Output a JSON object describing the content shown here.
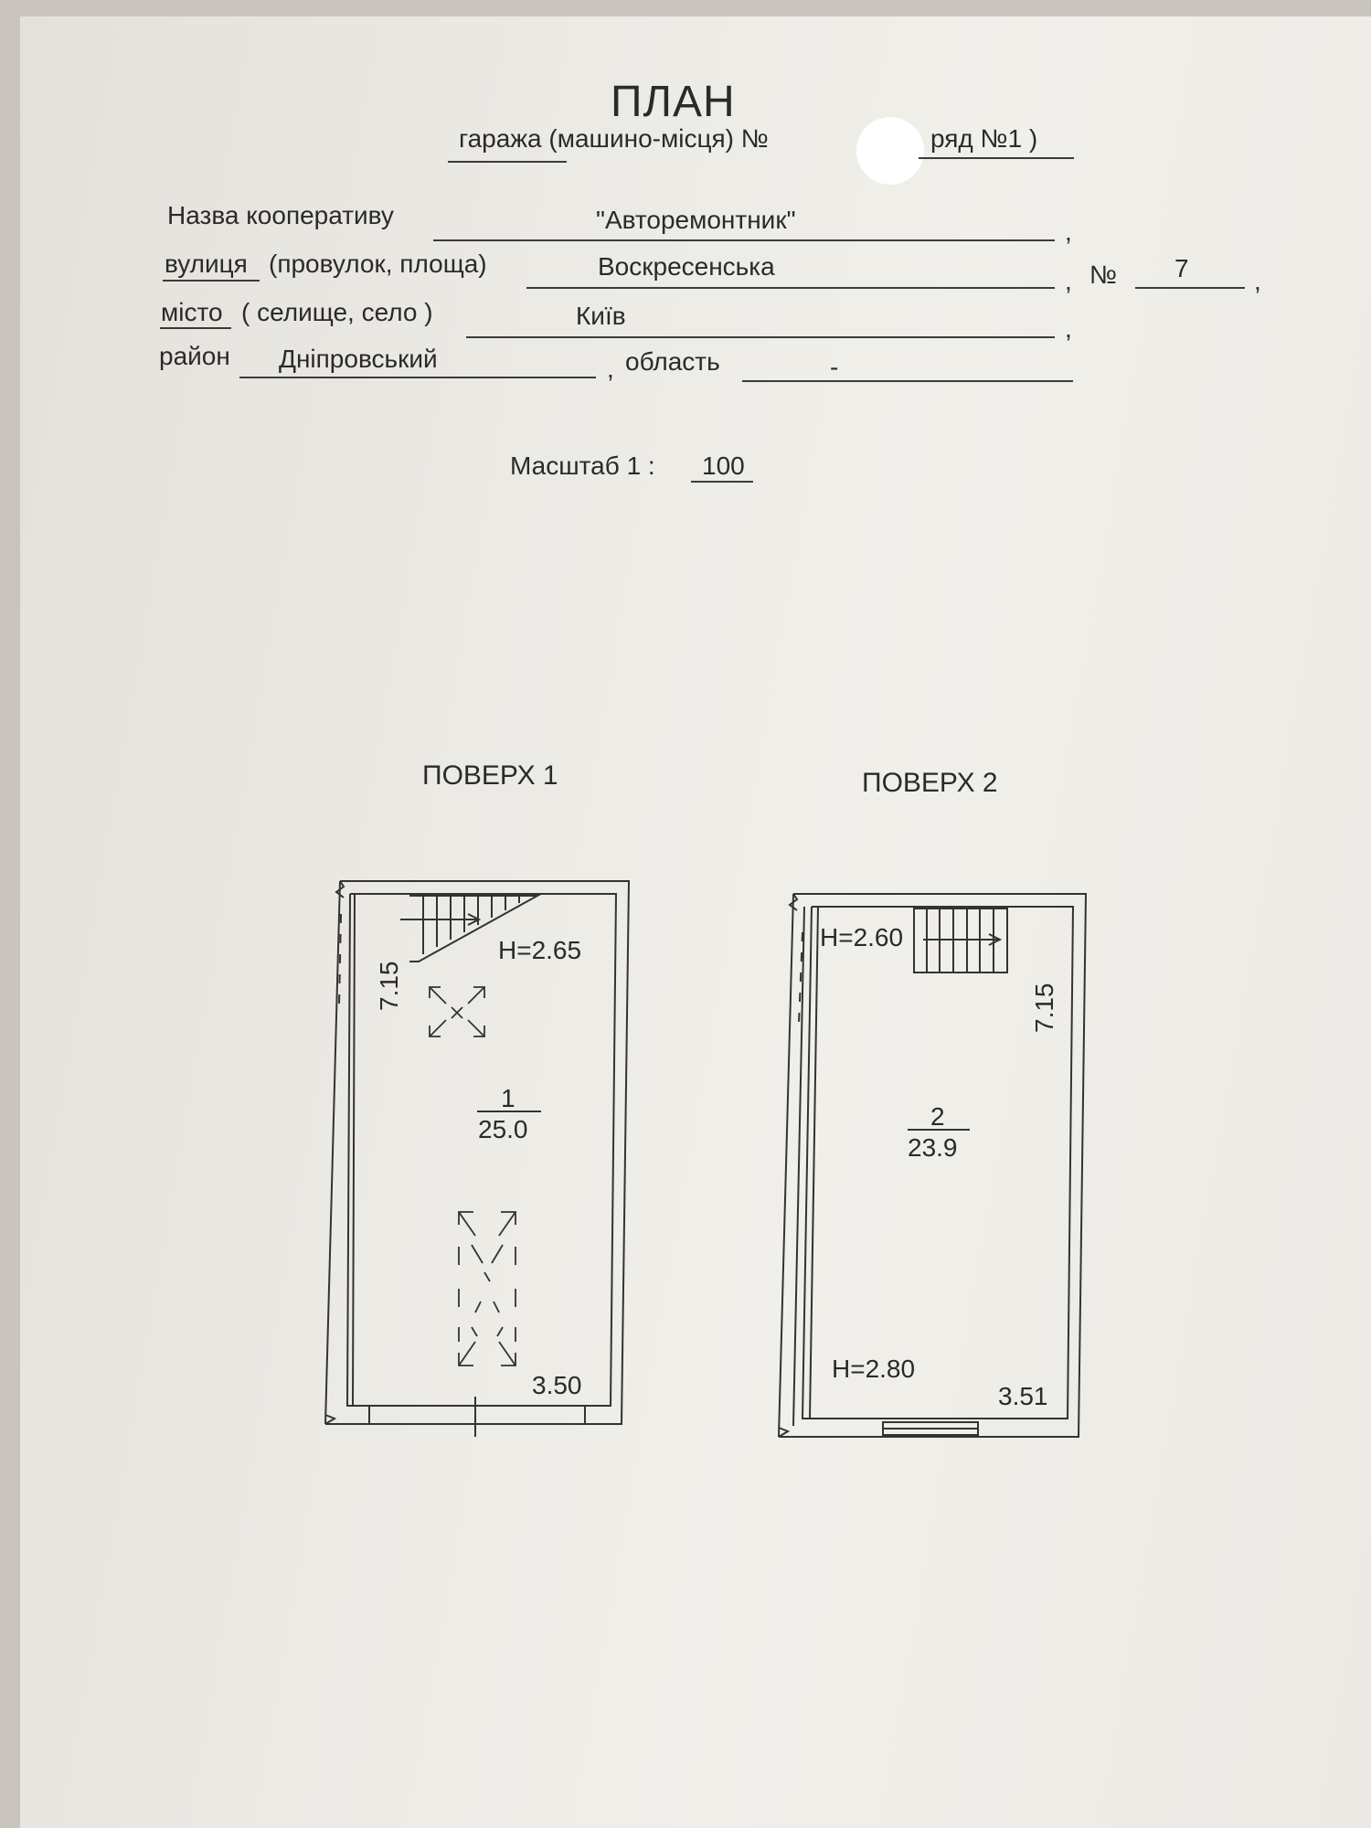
{
  "header": {
    "title": "ПЛАН",
    "subtitle_part1": "гаража (машино-місця) №",
    "subtitle_part2": "ряд №1 )"
  },
  "form": {
    "coop_label": "Назва кооперативу",
    "coop_value": "\"Авторемонтник\"",
    "street_label_a": "вулиця",
    "street_label_b": "(провулок, площа)",
    "street_value": "Воскресенська",
    "number_label": "№",
    "number_value": "7",
    "city_label_a": "місто",
    "city_label_b": "( селище, село )",
    "city_value": "Київ",
    "district_label": "район",
    "district_value": "Дніпровський",
    "region_label": "область",
    "region_value": "-",
    "comma": ","
  },
  "scale": {
    "label": "Масштаб  1 :",
    "value": "100"
  },
  "floors": [
    {
      "label": "ПОВЕРХ 1",
      "height": "H=2.65",
      "length": "7.15",
      "room_number": "1",
      "room_area": "25.0",
      "width": "3.50"
    },
    {
      "label": "ПОВЕРХ 2",
      "height_top": "H=2.60",
      "height_bottom": "H=2.80",
      "length": "7.15",
      "room_number": "2",
      "room_area": "23.9",
      "width": "3.51"
    }
  ]
}
